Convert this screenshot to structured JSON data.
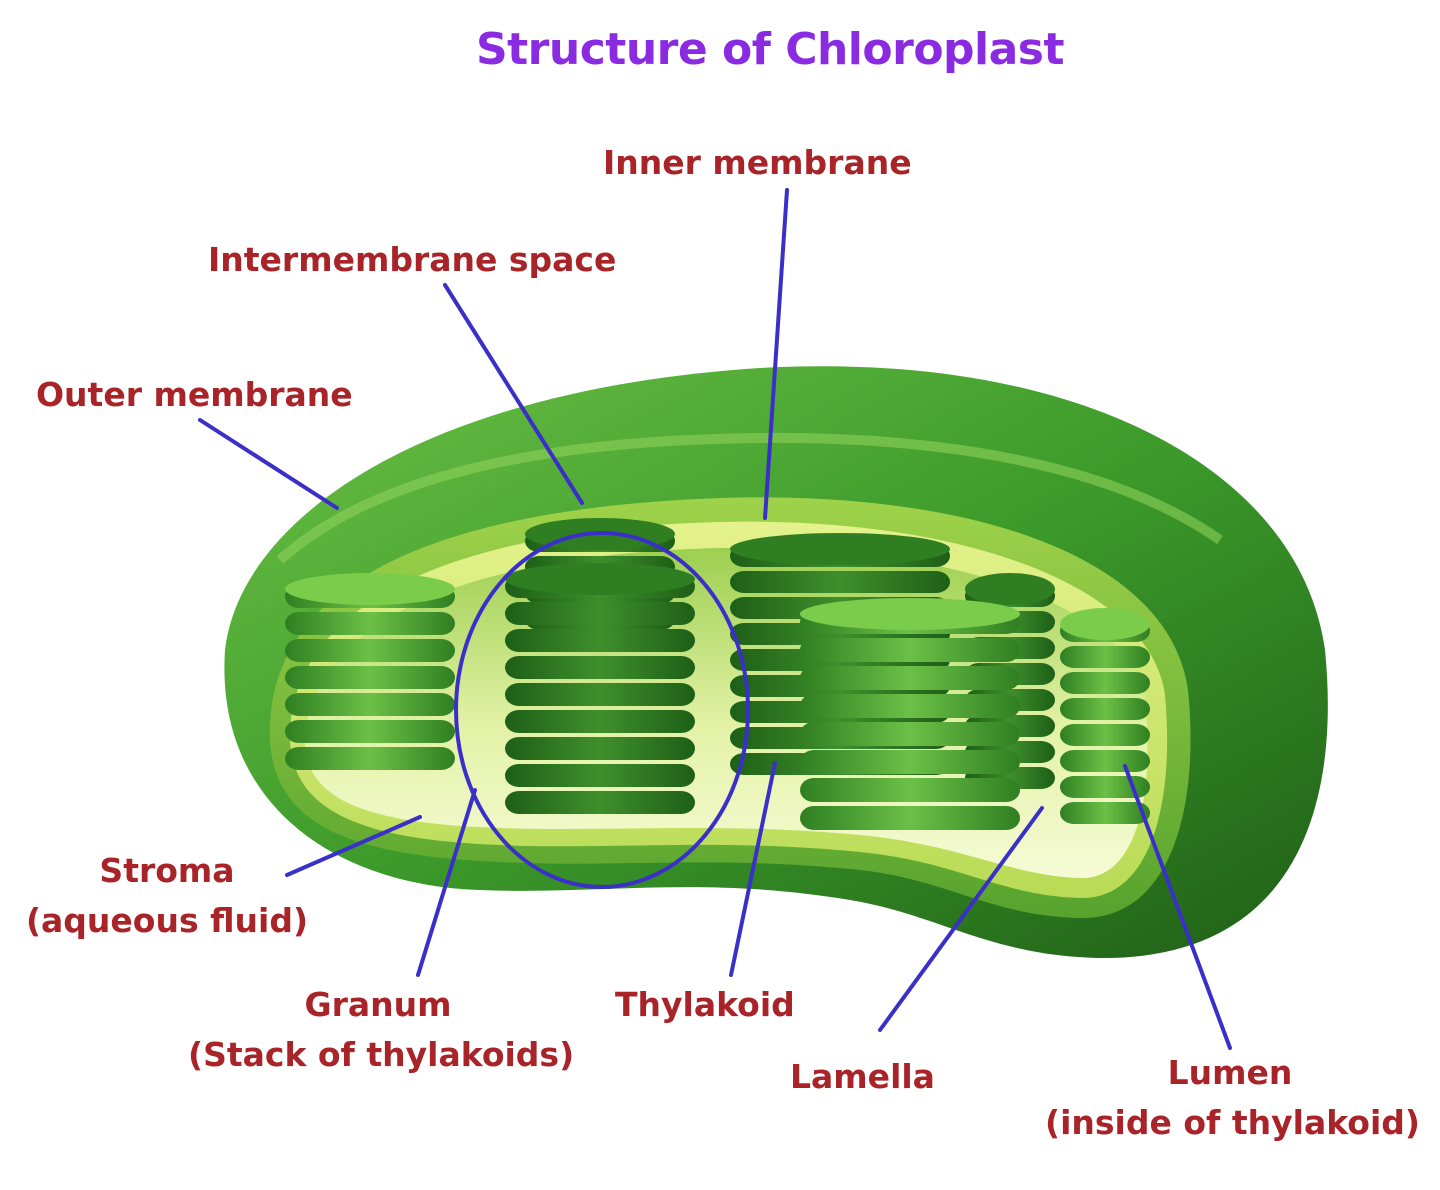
{
  "title": "Structure of Chloroplast",
  "colors": {
    "title": "#8a2be2",
    "label": "#a82428",
    "leader_line": "#3a2fc8",
    "outer_membrane": "#3f9a2c",
    "inner_membrane": "#cfe97a",
    "stroma": "#eef6b8",
    "granum": "#4fae3a"
  },
  "labels": {
    "inner_membrane": "Inner membrane",
    "intermembrane_space": "Intermembrane space",
    "outer_membrane": "Outer membrane",
    "stroma": "Stroma",
    "stroma_sub": "(aqueous fluid)",
    "granum": "Granum",
    "granum_sub": "(Stack of thylakoids)",
    "thylakoid": "Thylakoid",
    "lamella": "Lamella",
    "lumen": "Lumen",
    "lumen_sub": "(inside of thylakoid)"
  }
}
